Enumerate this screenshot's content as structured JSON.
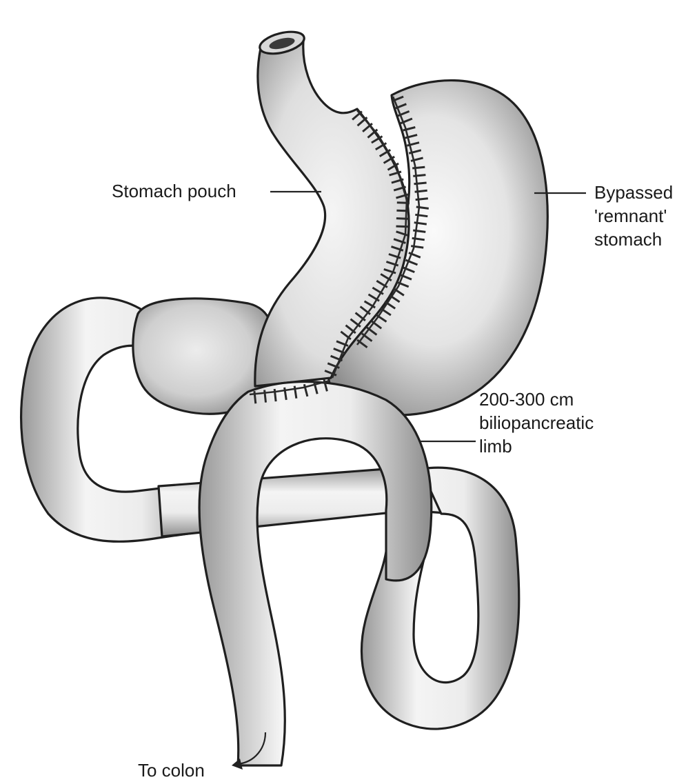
{
  "diagram": {
    "labels": {
      "stomach_pouch": "Stomach pouch",
      "remnant_line1": "Bypassed",
      "remnant_line2": "'remnant'",
      "remnant_line3": "stomach",
      "limb_line1": "200-300 cm",
      "limb_line2": "biliopancreatic",
      "limb_line3": "limb",
      "to_colon": "To colon"
    },
    "colors": {
      "tissue_light": "#f2f2f2",
      "tissue_mid": "#c8c8c8",
      "tissue_dark": "#8a8a8a",
      "outline": "#1f1f1f"
    }
  }
}
